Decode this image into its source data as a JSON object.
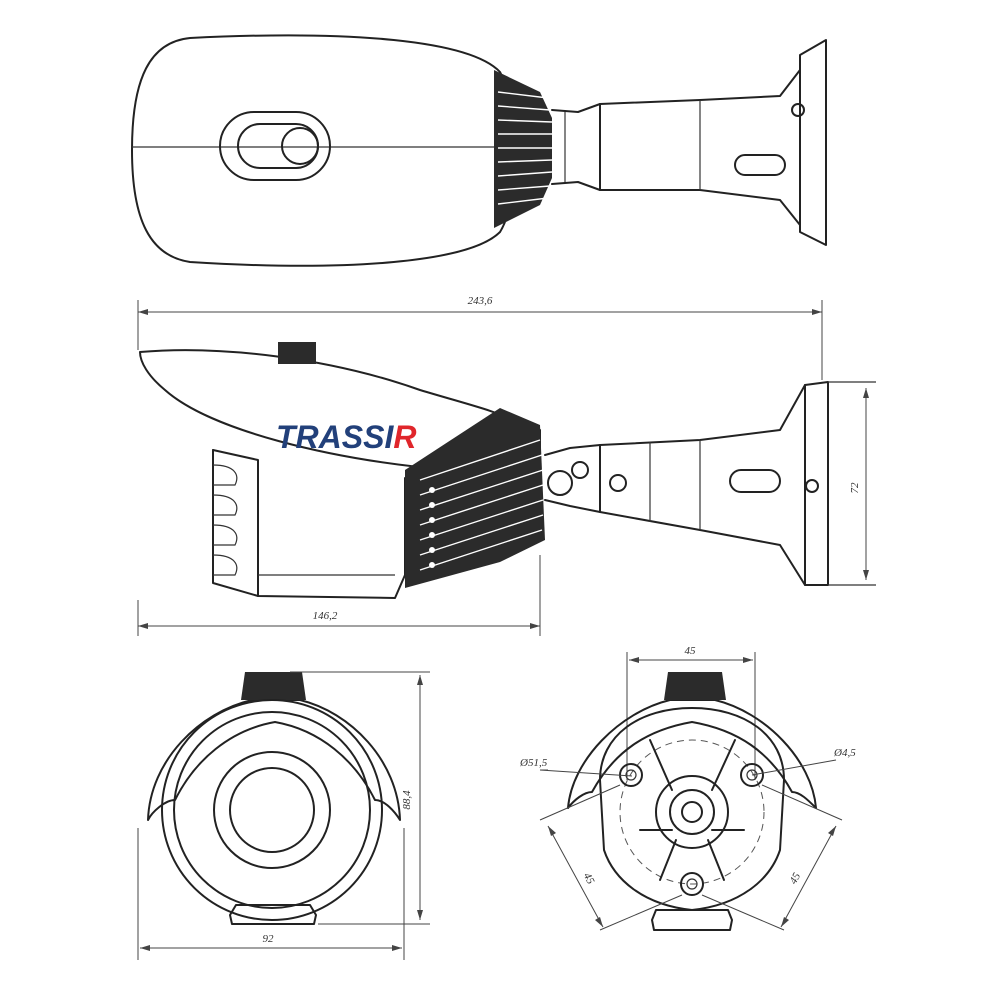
{
  "brand": {
    "logo_main": "TRASSI",
    "logo_accent": "R",
    "logo_colors": {
      "main": "#22407a",
      "accent": "#e0262b"
    }
  },
  "dimensions": {
    "overall_length": "243,6",
    "body_length": "146,2",
    "mount_height": "72",
    "front_width": "92",
    "front_height": "88,4",
    "rear_top_spacing": "45",
    "hole_diameter_left": "Ø51,5",
    "hole_diameter_right": "Ø4,5",
    "rear_left_spacing": "45",
    "rear_right_spacing": "45"
  }
}
